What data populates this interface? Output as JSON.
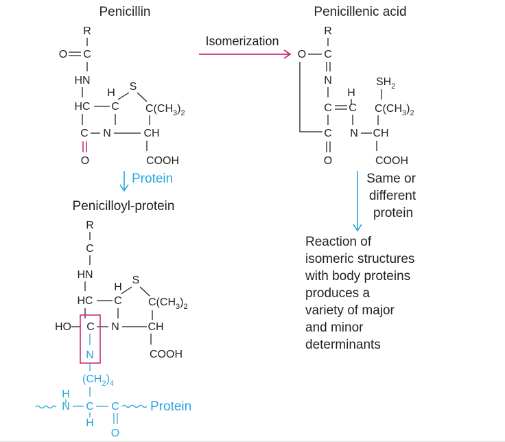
{
  "titles": {
    "penicillin": "Penicillin",
    "penicillenic": "Penicillenic acid",
    "penicilloyl": "Penicilloyl-protein"
  },
  "arrows": {
    "isomerization": "Isomerization",
    "protein": "Protein",
    "same_or_different": [
      "Same or",
      "different",
      "protein"
    ]
  },
  "note": [
    "Reaction of",
    "isomeric structures",
    "with body proteins",
    "produces a",
    "variety of major",
    "and minor",
    "determinants"
  ],
  "atoms": {
    "R": "R",
    "C": "C",
    "O": "O",
    "N": "N",
    "H": "H",
    "S": "S",
    "HN": "HN",
    "HC": "HC",
    "HO": "HO",
    "CH": "CH",
    "CCH3_main": "C(CH",
    "CCH3_sub": "3",
    "CCH3_end": ")",
    "CCH3_sub2": "2",
    "COOH": "COOH",
    "SH": "SH",
    "SH_sub": "2",
    "CH2_main": "(CH",
    "CH2_sub": "2",
    "CH2_end": ")",
    "CH2_sub2": "4",
    "Protein": "Protein"
  },
  "colors": {
    "text": "#231f20",
    "magenta": "#c72c7b",
    "blue": "#27a6de"
  }
}
